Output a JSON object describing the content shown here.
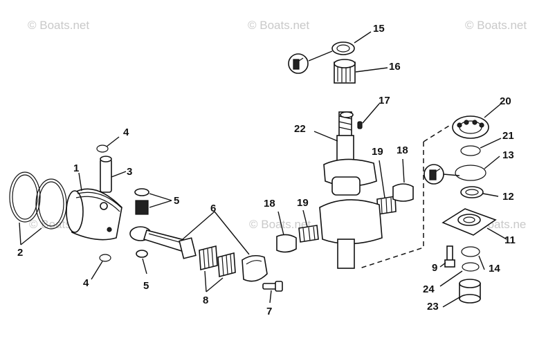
{
  "watermarks": [
    "© Boats.net",
    "© Boats.net",
    "© Boats.net",
    "© Boats.net",
    "© Boats.net",
    "© Boats.ne"
  ],
  "callouts": [
    "1",
    "2",
    "3",
    "4",
    "4",
    "5",
    "5",
    "6",
    "7",
    "8",
    "9",
    "11",
    "12",
    "13",
    "14",
    "15",
    "16",
    "17",
    "18",
    "18",
    "19",
    "19",
    "20",
    "21",
    "22",
    "23",
    "24"
  ],
  "icons": [
    "oil-can-icon",
    "grease-tube-icon"
  ]
}
